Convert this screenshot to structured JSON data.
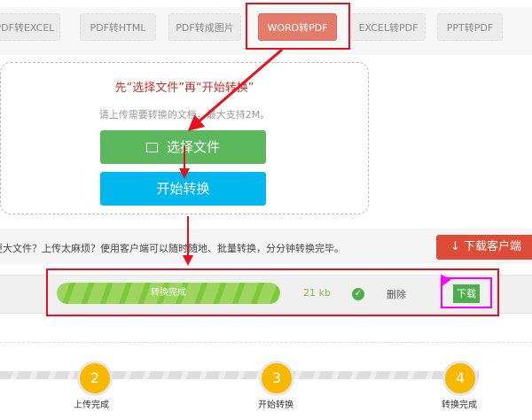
{
  "tabs": [
    {
      "label": "PDF转EXCEL"
    },
    {
      "label": "PDF转HTML"
    },
    {
      "label": "PDF转成图片"
    },
    {
      "label": "WORD转PDF"
    },
    {
      "label": "EXCEL转PDF"
    },
    {
      "label": "PPT转PDF"
    }
  ],
  "upload": {
    "hint": "先“选择文件”再“开始转换”",
    "sub": "请上传需要转换的文档，最大支持2M。",
    "select_label": "选择文件",
    "start_label": "开始转换"
  },
  "info": {
    "text": "更大文件？上传太麻烦？使用客户端可以随时随地、批量转换，分分钟转换完毕。",
    "download_client": "下载客户端"
  },
  "file": {
    "status": "转换完成",
    "progress": 1.0,
    "size": "21 kb",
    "delete": "删除",
    "download": "下载"
  },
  "steps": [
    {
      "num": "2",
      "label": "上传完成"
    },
    {
      "num": "3",
      "label": "开始转换"
    },
    {
      "num": "4",
      "label": "转换完成"
    }
  ],
  "colors": {
    "accent": "#e47c6c",
    "green": "#5cb85c",
    "blue": "#00b7ee",
    "annotation": "#e8101a",
    "highlight": "#ff00ff"
  }
}
